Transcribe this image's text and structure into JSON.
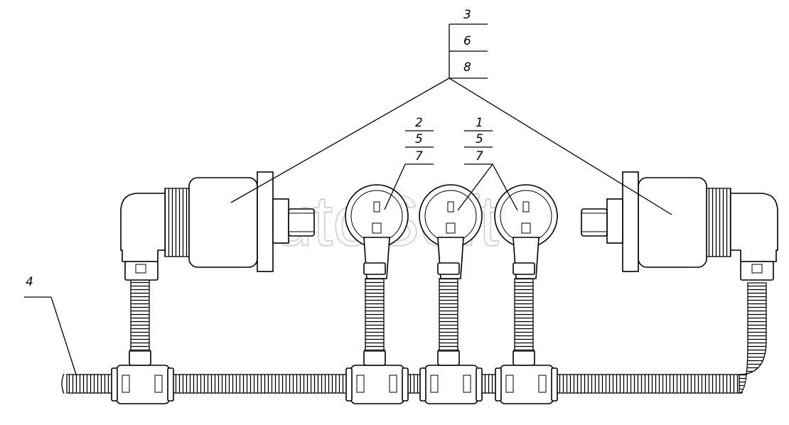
{
  "callouts": {
    "top_group": [
      "3",
      "6",
      "8"
    ],
    "mid_left_group": [
      "2",
      "5",
      "7"
    ],
    "mid_right_group": [
      "1",
      "5",
      "7"
    ],
    "hose_label": "4"
  },
  "watermark": "AutoSoft"
}
